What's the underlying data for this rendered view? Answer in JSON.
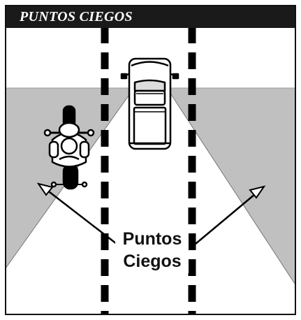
{
  "title": "PUNTOS CIEGOS",
  "label": {
    "line1": "Puntos",
    "line2": "Ciegos"
  },
  "colors": {
    "title_bar": "#1a1a1a",
    "title_text": "#ffffff",
    "blind_spot_zone": "#c0c0c0",
    "road": "#ffffff",
    "lane_markings": "#000000"
  },
  "icons": {
    "vehicle": "pickup-truck-icon",
    "rider": "motorcycle-icon"
  }
}
